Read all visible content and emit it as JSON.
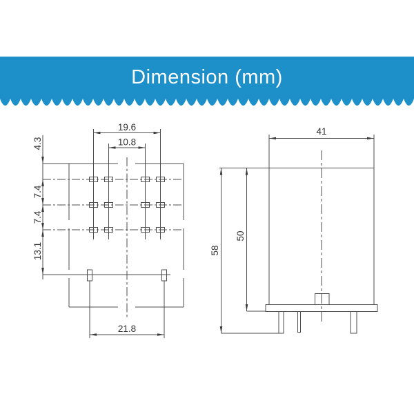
{
  "banner": {
    "title": "Dimension (mm)",
    "bg_color": "#1d8fc9",
    "text_color": "#ffffff"
  },
  "drawing": {
    "line_color": "#4d4d4d",
    "text_color": "#333333",
    "bottom_view": {
      "dims": {
        "pin_span_outer": "19.6",
        "pin_span_inner": "10.8",
        "top_to_first_row": "4.3",
        "row_pitch_1": "7.4",
        "row_pitch_2": "7.4",
        "third_row_to_mount": "13.1",
        "mount_pin_span": "21.8"
      }
    },
    "side_view": {
      "dims": {
        "body_width": "41",
        "total_height": "58",
        "body_height": "50"
      }
    }
  }
}
